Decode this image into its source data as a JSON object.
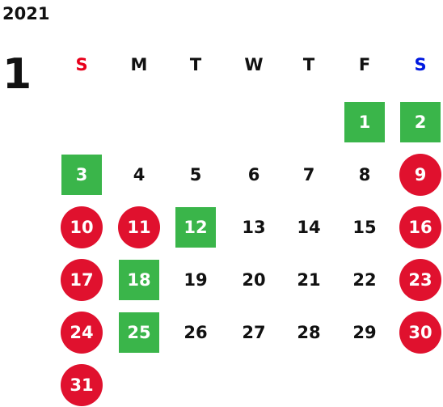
{
  "year": "2021",
  "month": "1",
  "colors": {
    "sunday_label": "#e8001b",
    "saturday_label": "#0019e0",
    "weekday_label": "#111111",
    "holiday_circle": "#e0112e",
    "highlight_square": "#3ab54a",
    "plain_day": "#111111"
  },
  "weekdays": [
    "S",
    "M",
    "T",
    "W",
    "T",
    "F",
    "S"
  ],
  "days": [
    {
      "n": "1",
      "col": 5,
      "row": 0,
      "style": "square"
    },
    {
      "n": "2",
      "col": 6,
      "row": 0,
      "style": "square"
    },
    {
      "n": "3",
      "col": 0,
      "row": 1,
      "style": "square"
    },
    {
      "n": "4",
      "col": 1,
      "row": 1,
      "style": "plain"
    },
    {
      "n": "5",
      "col": 2,
      "row": 1,
      "style": "plain"
    },
    {
      "n": "6",
      "col": 3,
      "row": 1,
      "style": "plain"
    },
    {
      "n": "7",
      "col": 4,
      "row": 1,
      "style": "plain"
    },
    {
      "n": "8",
      "col": 5,
      "row": 1,
      "style": "plain"
    },
    {
      "n": "9",
      "col": 6,
      "row": 1,
      "style": "circle"
    },
    {
      "n": "10",
      "col": 0,
      "row": 2,
      "style": "circle"
    },
    {
      "n": "11",
      "col": 1,
      "row": 2,
      "style": "circle"
    },
    {
      "n": "12",
      "col": 2,
      "row": 2,
      "style": "square"
    },
    {
      "n": "13",
      "col": 3,
      "row": 2,
      "style": "plain"
    },
    {
      "n": "14",
      "col": 4,
      "row": 2,
      "style": "plain"
    },
    {
      "n": "15",
      "col": 5,
      "row": 2,
      "style": "plain"
    },
    {
      "n": "16",
      "col": 6,
      "row": 2,
      "style": "circle"
    },
    {
      "n": "17",
      "col": 0,
      "row": 3,
      "style": "circle"
    },
    {
      "n": "18",
      "col": 1,
      "row": 3,
      "style": "square"
    },
    {
      "n": "19",
      "col": 2,
      "row": 3,
      "style": "plain"
    },
    {
      "n": "20",
      "col": 3,
      "row": 3,
      "style": "plain"
    },
    {
      "n": "21",
      "col": 4,
      "row": 3,
      "style": "plain"
    },
    {
      "n": "22",
      "col": 5,
      "row": 3,
      "style": "plain"
    },
    {
      "n": "23",
      "col": 6,
      "row": 3,
      "style": "circle"
    },
    {
      "n": "24",
      "col": 0,
      "row": 4,
      "style": "circle"
    },
    {
      "n": "25",
      "col": 1,
      "row": 4,
      "style": "square"
    },
    {
      "n": "26",
      "col": 2,
      "row": 4,
      "style": "plain"
    },
    {
      "n": "27",
      "col": 3,
      "row": 4,
      "style": "plain"
    },
    {
      "n": "28",
      "col": 4,
      "row": 4,
      "style": "plain"
    },
    {
      "n": "29",
      "col": 5,
      "row": 4,
      "style": "plain"
    },
    {
      "n": "30",
      "col": 6,
      "row": 4,
      "style": "circle"
    },
    {
      "n": "31",
      "col": 0,
      "row": 5,
      "style": "circle"
    }
  ]
}
